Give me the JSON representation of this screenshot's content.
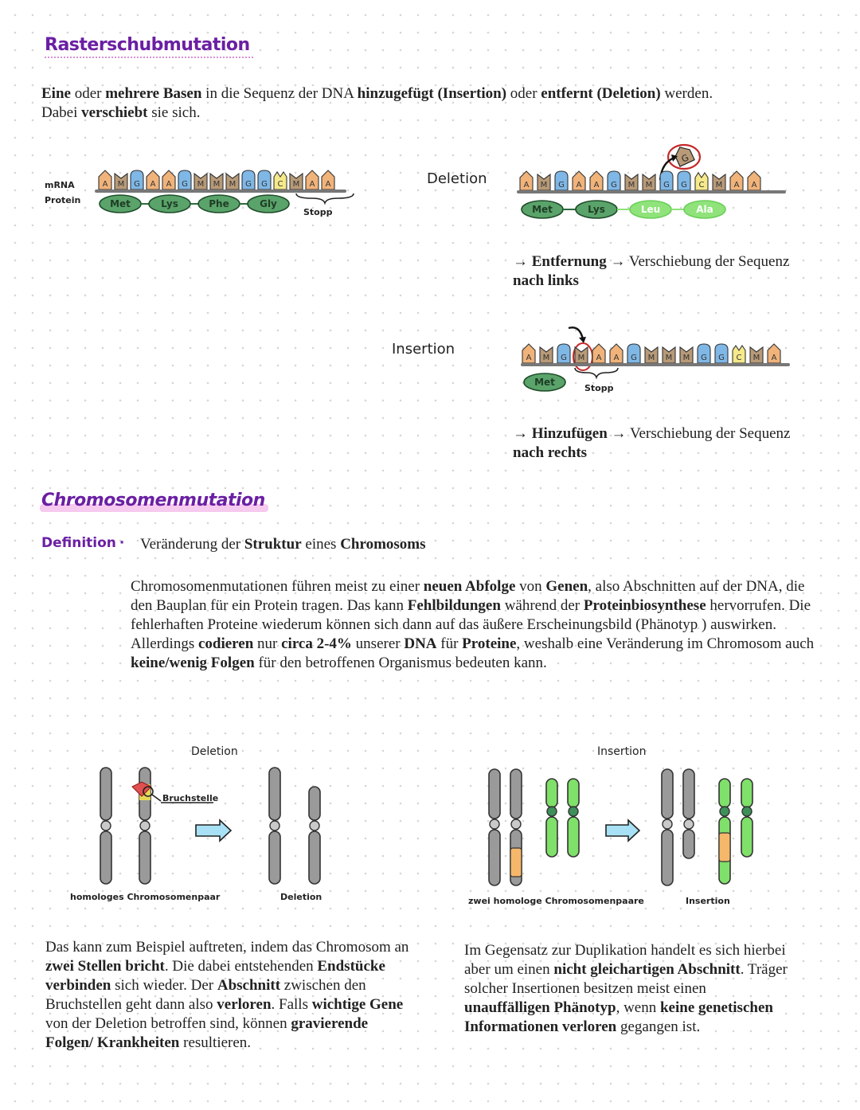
{
  "frameshift": {
    "heading": "Rasterschubmutation",
    "intro": {
      "p1": "Eine",
      "p2": " oder ",
      "p3": "mehrere Basen",
      "p4": " in die Sequenz der DNA ",
      "p5": "hinzugefügt (Insertion)",
      "p6": " oder ",
      "p7": "entfernt (Deletion)",
      "p8": " werden.",
      "p9": "Dabei ",
      "p10": "verschiebt",
      "p11": " sie sich."
    },
    "mrna_label": "mRNA",
    "protein_label": "Protein",
    "stop_label": "Stopp",
    "original": {
      "bases": [
        "A",
        "M",
        "G",
        "A",
        "A",
        "G",
        "M",
        "M",
        "M",
        "G",
        "G",
        "C",
        "M",
        "A",
        "A"
      ],
      "aminos": [
        "Met",
        "Lys",
        "Phe",
        "Gly"
      ]
    },
    "deletion": {
      "label": "Deletion",
      "bases": [
        "A",
        "M",
        "G",
        "A",
        "A",
        "G",
        "M",
        "M",
        "G",
        "G",
        "C",
        "M",
        "A",
        "A"
      ],
      "aminos": [
        "Met",
        "Lys",
        "Leu",
        "Ala"
      ],
      "removed_base": "G",
      "arrow": "→",
      "note_b1": "Entfernung",
      "note_t1": " → Verschiebung der Sequenz",
      "note_b2": "nach links"
    },
    "insertion": {
      "label": "Insertion",
      "bases": [
        "A",
        "M",
        "G",
        "M",
        "A",
        "A",
        "G",
        "M",
        "M",
        "M",
        "G",
        "G",
        "C",
        "M",
        "A"
      ],
      "aminos": [
        "Met"
      ],
      "arrow": "→",
      "note_b1": "Hinzufügen",
      "note_t1": " → Verschiebung der Sequenz",
      "note_b2": "nach rechts"
    },
    "colors": {
      "A": "#f0b37a",
      "M": "#b89a78",
      "G": "#7fb7e6",
      "C": "#f5e98a",
      "protein": "#5aa36a",
      "protein_alt": "#8fe37a"
    }
  },
  "chromosome": {
    "heading": "Chromosomenmutation",
    "definition_label": "Definition",
    "definition_dot": "·",
    "definition": {
      "t1": "Veränderung der ",
      "b1": "Struktur",
      "t2": " eines ",
      "b2": "Chromosoms"
    },
    "paragraph": {
      "t1": "Chromosomenmutationen führen meist zu einer ",
      "b1": "neuen Abfolge",
      "t2": " von ",
      "b2": "Genen",
      "t3": ", also Abschnitten auf der DNA, die den Bauplan für ein Protein tragen. Das kann ",
      "b3": "Fehlbildungen",
      "t4": " während der ",
      "b4": "Proteinbiosynthese",
      "t5": " hervorrufen. Die fehlerhaften Proteine wiederum können sich dann auf das äußere Erscheinungsbild (Phänotyp ) auswirken. Allerdings ",
      "b5": "codieren",
      "t6": " nur ",
      "b6": "circa 2-4%",
      "t7": " unserer ",
      "b7": "DNA",
      "t8": " für ",
      "b8": "Proteine",
      "t9": ", weshalb eine Veränderung im Chromosom auch ",
      "b9": "keine/wenig Folgen",
      "t10": " für den betroffenen Organismus bedeuten kann."
    },
    "deletion_diagram": {
      "title": "Deletion",
      "break_label": "Bruchstelle",
      "left_caption": "homologes Chromosomenpaar",
      "right_caption": "Deletion"
    },
    "insertion_diagram": {
      "title": "Insertion",
      "left_caption": "zwei homologe Chromosomenpaare",
      "right_caption": "Insertion"
    },
    "deletion_text": {
      "t1": "Das kann zum Beispiel auftreten, indem das Chromosom an ",
      "b1": "zwei Stellen bricht",
      "t2": ". Die dabei entstehenden ",
      "b2": "Endstücke verbinden",
      "t3": " sich wieder. Der ",
      "b3": "Abschnitt",
      "t4": " zwischen den Bruchstellen geht dann also ",
      "b4": "verloren",
      "t5": ". Falls ",
      "b5": "wichtige Gene",
      "t6": " von der Deletion betroffen sind, können ",
      "b6": "gravierende Folgen/ Krankheiten",
      "t7": " resultieren."
    },
    "insertion_text": {
      "t1": "Im Gegensatz zur Duplikation handelt es sich hierbei aber um einen ",
      "b1": "nicht gleichartigen Abschnitt",
      "t2": ". Träger solcher Insertionen besitzen meist einen ",
      "b2": "unauffälligen Phänotyp",
      "t3": ", wenn ",
      "b3": "keine genetischen Informationen verloren",
      "t4": " gegangen ist."
    }
  }
}
